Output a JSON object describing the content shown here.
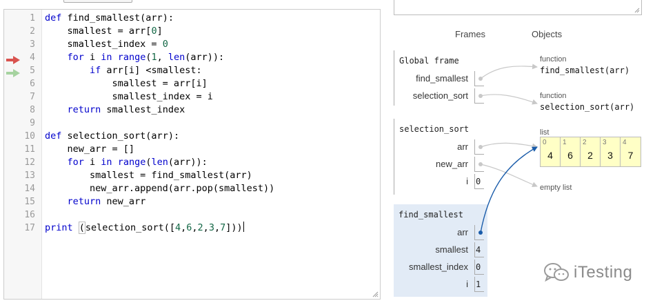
{
  "editor": {
    "lines": [
      {
        "no": "1",
        "code": "def find_smallest(arr):"
      },
      {
        "no": "2",
        "code": "    smallest = arr[0]"
      },
      {
        "no": "3",
        "code": "    smallest_index = 0"
      },
      {
        "no": "4",
        "code": "    for i in range(1, len(arr)):"
      },
      {
        "no": "5",
        "code": "        if arr[i] <smallest:"
      },
      {
        "no": "6",
        "code": "            smallest = arr[i]"
      },
      {
        "no": "7",
        "code": "            smallest_index = i"
      },
      {
        "no": "8",
        "code": "    return smallest_index"
      },
      {
        "no": "9",
        "code": ""
      },
      {
        "no": "10",
        "code": "def selection_sort(arr):"
      },
      {
        "no": "11",
        "code": "    new_arr = []"
      },
      {
        "no": "12",
        "code": "    for i in range(len(arr)):"
      },
      {
        "no": "13",
        "code": "        smallest = find_smallest(arr)"
      },
      {
        "no": "14",
        "code": "        new_arr.append(arr.pop(smallest))"
      },
      {
        "no": "15",
        "code": "    return new_arr"
      },
      {
        "no": "16",
        "code": ""
      },
      {
        "no": "17",
        "code": "print (selection_sort([4,6,2,3,7]))"
      }
    ],
    "current_line_arrow_color": "#d9534f",
    "next_line_arrow_color": "#a6d3a0",
    "current_line": "4",
    "next_line": "5"
  },
  "viz": {
    "frames_header": "Frames",
    "objects_header": "Objects",
    "global_frame": {
      "title": "Global frame",
      "vars": [
        {
          "name": "find_smallest"
        },
        {
          "name": "selection_sort"
        }
      ]
    },
    "selection_sort_frame": {
      "title": "selection_sort",
      "vars": [
        {
          "name": "arr"
        },
        {
          "name": "new_arr"
        },
        {
          "name": "i",
          "value": "0"
        }
      ]
    },
    "find_smallest_frame": {
      "title": "find_smallest",
      "vars": [
        {
          "name": "arr"
        },
        {
          "name": "smallest",
          "value": "4"
        },
        {
          "name": "smallest_index",
          "value": "0"
        },
        {
          "name": "i",
          "value": "1"
        }
      ]
    },
    "objects": {
      "func1": {
        "type": "function",
        "name": "find_smallest(arr)"
      },
      "func2": {
        "type": "function",
        "name": "selection_sort(arr)"
      },
      "list": {
        "type": "list",
        "indices": [
          "0",
          "1",
          "2",
          "3",
          "4"
        ],
        "values": [
          "4",
          "6",
          "2",
          "3",
          "7"
        ]
      },
      "empty_list": {
        "label": "empty list"
      }
    },
    "pointer_color_inactive": "#c8c8c8",
    "pointer_color_active": "#1a5caa"
  },
  "watermark": {
    "text": "iTesting",
    "icon": "wechat-icon"
  }
}
